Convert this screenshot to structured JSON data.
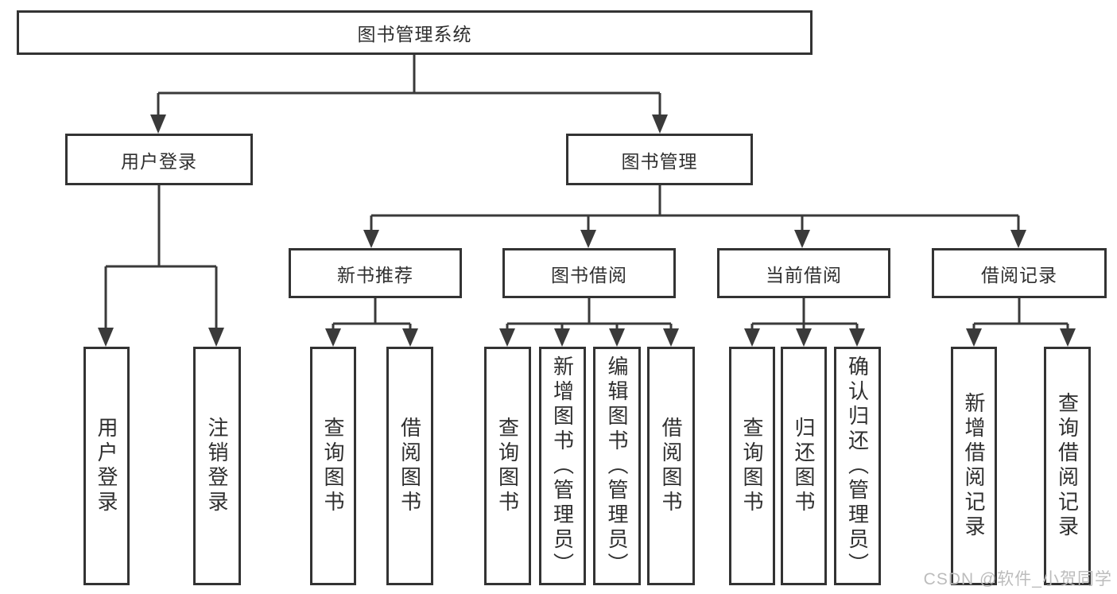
{
  "colors": {
    "background": "#ffffff",
    "line": "#3a3a3a",
    "box_border": "#333333",
    "text": "#2f2f2f",
    "watermark": "#bcbcbc"
  },
  "diagram": {
    "root": {
      "label": "图书管理系统"
    },
    "branches": [
      {
        "label": "用户登录",
        "children": [
          {
            "label": "用户登录"
          },
          {
            "label": "注销登录"
          }
        ]
      },
      {
        "label": "图书管理",
        "children": [
          {
            "label": "新书推荐",
            "children": [
              {
                "label": "查询图书"
              },
              {
                "label": "借阅图书"
              }
            ]
          },
          {
            "label": "图书借阅",
            "children": [
              {
                "label": "查询图书"
              },
              {
                "label": "新增图书（管理员）"
              },
              {
                "label": "编辑图书（管理员）"
              },
              {
                "label": "借阅图书"
              }
            ]
          },
          {
            "label": "当前借阅",
            "children": [
              {
                "label": "查询图书"
              },
              {
                "label": "归还图书"
              },
              {
                "label": "确认归还（管理员）"
              }
            ]
          },
          {
            "label": "借阅记录",
            "children": [
              {
                "label": "新增借阅记录"
              },
              {
                "label": "查询借阅记录"
              }
            ]
          }
        ]
      }
    ]
  },
  "watermark": {
    "text": "CSDN @软件_小贺同学"
  }
}
